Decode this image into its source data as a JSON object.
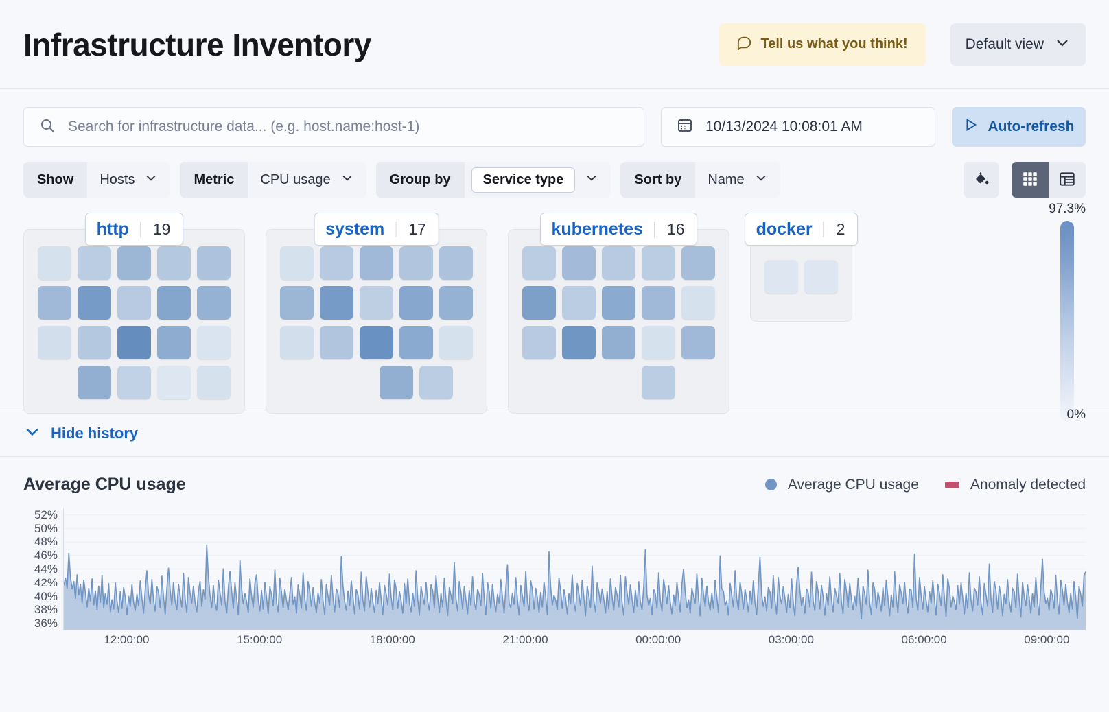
{
  "header": {
    "title": "Infrastructure Inventory",
    "feedback_label": "Tell us what you think!",
    "feedback_icon": "comment-icon",
    "view_label": "Default view",
    "view_icon": "chevron-down-icon"
  },
  "search": {
    "placeholder": "Search for infrastructure data... (e.g. host.name:host-1)",
    "value": "",
    "icon": "search-icon"
  },
  "datepicker": {
    "value": "10/13/2024 10:08:01 AM",
    "icon": "calendar-icon"
  },
  "refresh": {
    "label": "Auto-refresh",
    "icon": "play-icon"
  },
  "filters": [
    {
      "label": "Show",
      "value": "Hosts",
      "boxed": false
    },
    {
      "label": "Metric",
      "value": "CPU usage",
      "boxed": false
    },
    {
      "label": "Group by",
      "value": "Service type",
      "boxed": true
    },
    {
      "label": "Sort by",
      "value": "Name",
      "boxed": false
    }
  ],
  "toolbar": {
    "palette_icon": "color-fill-icon",
    "grid_view_icon": "grid-view-icon",
    "table_view_icon": "table-view-icon",
    "active_view": "grid"
  },
  "legend_scale": {
    "max_label": "97.3%",
    "min_label": "0%"
  },
  "history": {
    "toggle_label": "Hide history",
    "toggle_icon": "chevron-down-icon"
  },
  "waffle": {
    "groups": [
      {
        "name": "http",
        "count": "19",
        "rows": [
          [
            0.18,
            0.34,
            0.52,
            0.38,
            0.42
          ],
          [
            0.5,
            0.74,
            0.36,
            0.66,
            0.56
          ],
          [
            0.2,
            0.38,
            0.84,
            0.6,
            0.16
          ],
          [
            0.58,
            0.3,
            0.14,
            0.18
          ]
        ],
        "row_offsets": [
          0,
          0,
          0,
          1
        ]
      },
      {
        "name": "system",
        "count": "17",
        "rows": [
          [
            0.18,
            0.36,
            0.5,
            0.4,
            0.42
          ],
          [
            0.52,
            0.74,
            0.32,
            0.64,
            0.56
          ],
          [
            0.2,
            0.4,
            0.82,
            0.62,
            0.18
          ],
          [
            0.58,
            0.34
          ]
        ],
        "row_offsets": [
          0,
          0,
          0,
          2
        ]
      },
      {
        "name": "kubernetes",
        "count": "16",
        "rows": [
          [
            0.34,
            0.48,
            0.36,
            0.34,
            0.46
          ],
          [
            0.7,
            0.34,
            0.62,
            0.5,
            0.18
          ],
          [
            0.36,
            0.78,
            0.58,
            0.18,
            0.5
          ],
          [
            0.34
          ]
        ],
        "row_offsets": [
          0,
          0,
          0,
          2
        ]
      },
      {
        "name": "docker",
        "count": "2",
        "rows": [
          [
            0.14,
            0.14
          ]
        ],
        "row_offsets": [
          0
        ]
      }
    ]
  },
  "chart_data": {
    "type": "area",
    "title": "Average CPU usage",
    "xlabel": "",
    "ylabel": "",
    "grid": true,
    "legend_position": "top-right",
    "legend": [
      {
        "name": "Average CPU usage",
        "color": "#7296c3",
        "marker": "dot"
      },
      {
        "name": "Anomaly detected",
        "color": "#c2506f",
        "marker": "square"
      }
    ],
    "ylim": [
      35,
      53
    ],
    "yticks": [
      "52%",
      "50%",
      "48%",
      "46%",
      "44%",
      "42%",
      "40%",
      "38%",
      "36%"
    ],
    "ytick_values": [
      52,
      50,
      48,
      46,
      44,
      42,
      40,
      38,
      36
    ],
    "xticks": [
      "12:00:00",
      "15:00:00",
      "18:00:00",
      "21:00:00",
      "00:00:00",
      "03:00:00",
      "06:00:00",
      "09:00:00"
    ],
    "xtick_positions": [
      0.062,
      0.192,
      0.322,
      0.452,
      0.582,
      0.712,
      0.842,
      0.962
    ],
    "series": [
      {
        "name": "Average CPU usage",
        "color": "#7296c3",
        "fill": "#aec3de",
        "values": [
          41.6,
          42.7,
          41.1,
          46.4,
          42.8,
          41.0,
          42.2,
          39.6,
          43.2,
          40.1,
          41.8,
          38.9,
          42.4,
          40.5,
          38.3,
          41.2,
          39.2,
          42.6,
          38.6,
          40.8,
          37.9,
          41.5,
          39.0,
          43.1,
          38.2,
          40.4,
          38.7,
          41.9,
          37.6,
          39.5,
          38.0,
          42.0,
          39.3,
          37.5,
          40.7,
          38.1,
          41.3,
          39.8,
          37.2,
          40.0,
          38.4,
          41.7,
          39.1,
          37.8,
          40.3,
          38.5,
          42.3,
          39.7,
          37.4,
          41.0,
          43.8,
          40.2,
          38.8,
          42.5,
          39.4,
          37.7,
          41.4,
          40.6,
          38.2,
          43.0,
          39.9,
          37.3,
          41.1,
          44.2,
          40.9,
          38.6,
          42.1,
          39.2,
          37.9,
          41.8,
          40.0,
          38.3,
          43.4,
          39.6,
          37.5,
          42.8,
          40.4,
          38.9,
          41.5,
          39.1,
          37.6,
          40.7,
          42.2,
          38.4,
          41.0,
          39.5,
          47.6,
          42.9,
          40.1,
          38.2,
          41.6,
          39.0,
          37.8,
          42.4,
          40.5,
          38.6,
          44.1,
          39.3,
          37.4,
          41.2,
          43.7,
          40.8,
          38.1,
          42.0,
          39.7,
          37.2,
          45.3,
          41.1,
          38.8,
          40.4,
          39.2,
          37.5,
          42.6,
          40.0,
          38.3,
          41.9,
          43.2,
          39.5,
          37.7,
          40.9,
          38.0,
          42.1,
          39.8,
          37.3,
          41.4,
          40.2,
          38.5,
          43.9,
          39.1,
          37.6,
          42.7,
          40.6,
          38.2,
          41.0,
          39.4,
          37.9,
          40.3,
          42.8,
          38.7,
          39.9,
          37.4,
          41.7,
          40.1,
          38.1,
          43.5,
          39.6,
          37.8,
          42.2,
          40.7,
          38.4,
          41.3,
          39.0,
          37.5,
          40.5,
          38.9,
          42.5,
          39.3,
          37.2,
          41.8,
          40.0,
          38.6,
          43.1,
          39.7,
          37.6,
          41.1,
          40.4,
          38.2,
          45.9,
          41.5,
          39.2,
          37.8,
          40.8,
          38.5,
          42.3,
          39.9,
          37.3,
          41.0,
          40.2,
          38.0,
          43.6,
          39.4,
          37.7,
          42.9,
          40.6,
          38.3,
          41.2,
          39.1,
          37.5,
          40.9,
          38.8,
          42.0,
          39.5,
          37.2,
          41.6,
          40.3,
          38.6,
          43.3,
          39.8,
          37.9,
          42.4,
          41.1,
          38.1,
          40.7,
          39.3,
          37.4,
          41.9,
          38.9,
          42.6,
          39.0,
          37.6,
          40.5,
          38.4,
          43.8,
          39.6,
          37.1,
          41.4,
          40.0,
          38.7,
          42.1,
          39.2,
          37.8,
          41.7,
          40.8,
          38.2,
          43.0,
          39.9,
          37.5,
          40.4,
          38.3,
          42.7,
          39.5,
          37.0,
          41.3,
          40.1,
          38.8,
          45.0,
          39.7,
          37.7,
          42.2,
          40.6,
          38.0,
          41.5,
          39.4,
          37.3,
          40.9,
          38.6,
          42.9,
          39.1,
          37.9,
          41.0,
          40.2,
          38.5,
          43.4,
          39.6,
          37.2,
          42.0,
          40.7,
          38.1,
          41.8,
          39.3,
          37.6,
          40.3,
          38.9,
          42.5,
          39.8,
          37.4,
          41.1,
          44.7,
          39.0,
          38.2,
          40.5,
          38.7,
          42.8,
          39.5,
          37.1,
          41.6,
          40.0,
          38.4,
          43.7,
          39.2,
          37.8,
          42.3,
          40.9,
          38.0,
          41.2,
          39.7,
          37.5,
          40.6,
          38.3,
          42.1,
          39.9,
          37.2,
          46.6,
          41.4,
          38.6,
          40.1,
          39.4,
          37.9,
          42.7,
          40.8,
          38.1,
          41.0,
          39.6,
          37.3,
          40.4,
          38.8,
          43.2,
          39.1,
          37.7,
          41.9,
          40.3,
          38.5,
          42.4,
          39.8,
          37.0,
          41.5,
          40.0,
          38.2,
          44.5,
          39.3,
          37.6,
          42.0,
          40.6,
          38.9,
          41.1,
          39.5,
          37.4,
          40.7,
          38.0,
          42.6,
          39.9,
          37.8,
          41.3,
          40.2,
          38.3,
          43.1,
          39.0,
          37.1,
          42.9,
          40.5,
          38.7,
          41.7,
          39.6,
          37.5,
          40.9,
          38.4,
          42.2,
          39.2,
          37.9,
          41.4,
          46.9,
          40.1,
          38.6,
          39.7,
          37.2,
          41.0,
          40.4,
          38.1,
          43.5,
          39.4,
          37.7,
          42.5,
          40.8,
          38.8,
          41.6,
          39.1,
          37.3,
          40.2,
          38.5,
          42.0,
          39.9,
          37.6,
          41.8,
          44.0,
          40.6,
          38.2,
          39.5,
          37.4,
          41.2,
          40.0,
          38.9,
          43.3,
          39.7,
          37.0,
          42.7,
          40.3,
          38.4,
          41.5,
          39.2,
          37.8,
          40.5,
          38.1,
          42.4,
          39.8,
          37.5,
          46.0,
          41.1,
          40.7,
          38.6,
          39.3,
          37.1,
          41.9,
          40.1,
          38.3,
          43.8,
          39.6,
          37.9,
          42.1,
          40.4,
          38.0,
          41.0,
          39.5,
          37.6,
          40.8,
          38.7,
          42.3,
          39.0,
          37.2,
          41.7,
          45.8,
          40.2,
          38.4,
          39.9,
          37.7,
          41.3,
          40.6,
          38.1,
          43.0,
          39.4,
          37.3,
          42.8,
          40.0,
          38.8,
          41.4,
          39.7,
          37.5,
          40.3,
          38.2,
          42.6,
          39.1,
          37.0,
          41.8,
          44.3,
          40.9,
          38.5,
          39.8,
          37.4,
          41.1,
          40.5,
          38.3,
          43.6,
          39.3,
          37.8,
          42.2,
          40.7,
          38.0,
          41.6,
          39.9,
          37.1,
          40.4,
          38.6,
          42.9,
          39.5,
          37.6,
          41.2,
          40.1,
          38.9,
          43.4,
          39.2,
          37.3,
          42.5,
          40.8,
          38.2,
          41.9,
          39.6,
          37.9,
          40.0,
          38.4,
          42.7,
          39.7,
          36.5,
          41.5,
          40.3,
          38.7,
          43.9,
          39.0,
          37.2,
          42.0,
          41.0,
          38.1,
          40.6,
          39.4,
          37.7,
          41.3,
          38.5,
          42.4,
          39.8,
          37.0,
          40.2,
          38.3,
          43.7,
          39.9,
          37.5,
          41.7,
          40.5,
          38.8,
          42.1,
          39.1,
          37.4,
          41.0,
          40.9,
          38.2,
          46.3,
          39.6,
          37.8,
          42.8,
          40.1,
          38.0,
          41.4,
          39.3,
          37.6,
          40.7,
          38.9,
          42.3,
          39.5,
          37.1,
          41.8,
          40.4,
          38.5,
          43.2,
          39.7,
          36.9,
          42.6,
          41.1,
          38.3,
          40.0,
          39.2,
          37.9,
          41.6,
          38.7,
          42.0,
          39.8,
          37.3,
          40.5,
          38.1,
          43.5,
          39.4,
          37.7,
          41.2,
          40.6,
          38.6,
          42.9,
          39.0,
          37.2,
          41.9,
          40.2,
          38.4,
          44.8,
          39.6,
          37.5,
          42.2,
          40.8,
          38.0,
          41.5,
          39.9,
          37.0,
          40.3,
          38.8,
          42.5,
          39.3,
          37.6,
          41.1,
          40.7,
          38.2,
          43.3,
          39.5,
          36.8,
          42.1,
          40.0,
          38.5,
          41.7,
          39.8,
          37.4,
          40.4,
          38.3,
          42.8,
          39.1,
          37.1,
          41.3,
          45.5,
          40.6,
          38.9,
          39.7,
          37.8,
          41.0,
          40.1,
          38.1,
          43.1,
          39.4,
          37.3,
          42.4,
          40.9,
          38.6,
          41.8,
          39.2,
          37.5,
          40.5,
          38.0,
          42.2,
          39.9,
          36.6,
          41.4,
          40.3,
          38.4,
          43.0,
          43.6
        ]
      }
    ]
  }
}
